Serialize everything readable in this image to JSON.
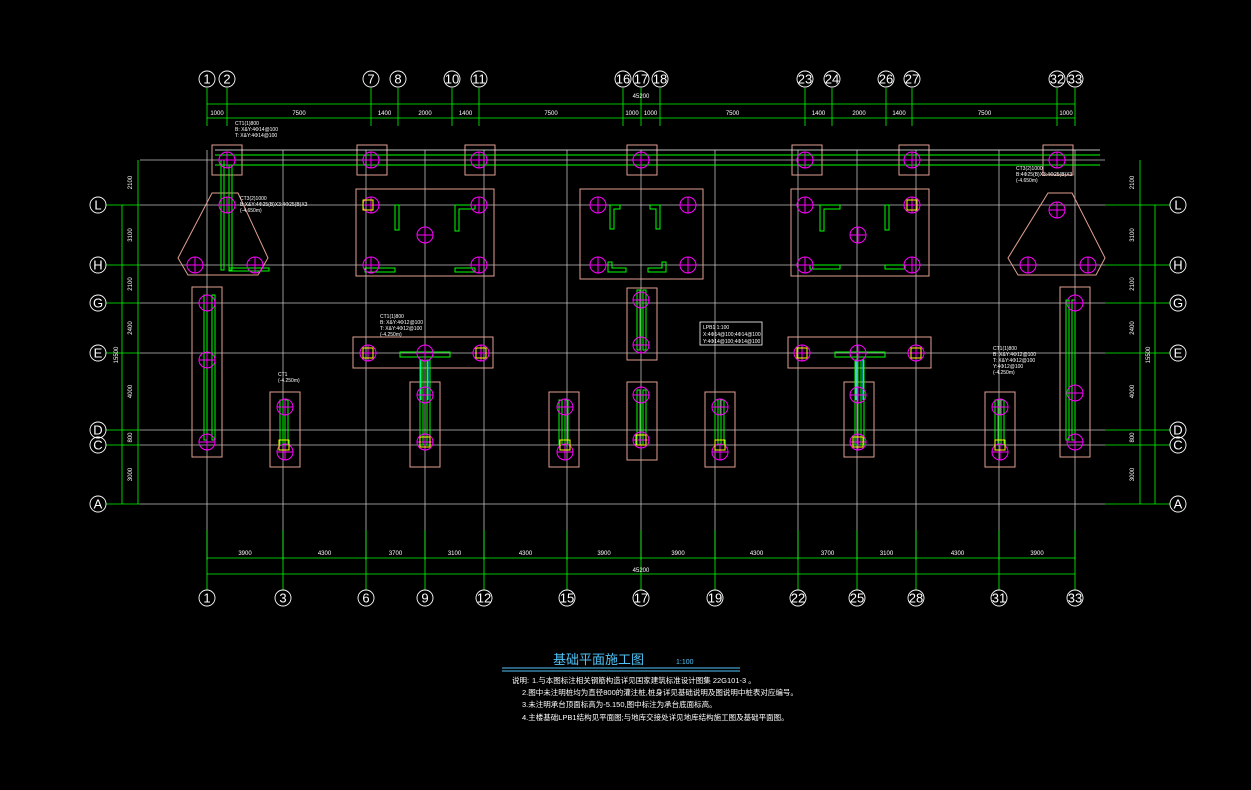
{
  "drawing": {
    "title": "基础平面施工图",
    "scale": "1:100",
    "total_length": "45200",
    "total_width": "15500",
    "colors": {
      "background": "#000000",
      "grid": "#c0c0c0",
      "dimension": "#00ff00",
      "pile": "#ff00ff",
      "cap": "#e0a090",
      "wall": "#00ff00",
      "highlight": "#ffff00",
      "beam": "#00ffff",
      "title": "#4fc3f7",
      "text": "#ffffff"
    }
  },
  "top_axes": [
    {
      "label": "1"
    },
    {
      "label": "2"
    },
    {
      "label": "7"
    },
    {
      "label": "8"
    },
    {
      "label": "10"
    },
    {
      "label": "11"
    },
    {
      "label": "16"
    },
    {
      "label": "17"
    },
    {
      "label": "18"
    },
    {
      "label": "23"
    },
    {
      "label": "24"
    },
    {
      "label": "26"
    },
    {
      "label": "27"
    },
    {
      "label": "32"
    },
    {
      "label": "33"
    }
  ],
  "top_dimensions": [
    "1000",
    "7500",
    "1400",
    "2000",
    "1400",
    "7500",
    "1000",
    "1000",
    "7500",
    "1400",
    "2000",
    "1400",
    "7500",
    "1000"
  ],
  "bottom_axes": [
    {
      "label": "1"
    },
    {
      "label": "3"
    },
    {
      "label": "6"
    },
    {
      "label": "9"
    },
    {
      "label": "12"
    },
    {
      "label": "15"
    },
    {
      "label": "17"
    },
    {
      "label": "19"
    },
    {
      "label": "22"
    },
    {
      "label": "25"
    },
    {
      "label": "28"
    },
    {
      "label": "31"
    },
    {
      "label": "33"
    }
  ],
  "bottom_dimensions": [
    "3900",
    "4300",
    "3700",
    "3100",
    "4300",
    "3900",
    "3900",
    "4300",
    "3700",
    "3100",
    "4300",
    "3900"
  ],
  "left_axes": [
    {
      "label": "L"
    },
    {
      "label": "H"
    },
    {
      "label": "G"
    },
    {
      "label": "E"
    },
    {
      "label": "D"
    },
    {
      "label": "C"
    },
    {
      "label": "A"
    }
  ],
  "side_dimensions": [
    "2100",
    "3100",
    "2100",
    "2400",
    "4000",
    "800",
    "3000"
  ],
  "cap_labels": [
    {
      "id": "top-left-cap",
      "lines": [
        "CT1(1)800",
        "B: X&Y:4Φ14@100",
        "T: X&Y:4Φ14@100"
      ]
    },
    {
      "id": "left-tri-cap",
      "lines": [
        "CT3(2)1000",
        "B:X&Y:4Φ25(B)X3:4Φ25(B)X3",
        "(-4.650m)"
      ]
    },
    {
      "id": "right-tri-cap",
      "lines": [
        "CT3(2)1000",
        "B:4Φ25(B)X3:4Φ25(B)X3",
        "(-4.650m)"
      ]
    },
    {
      "id": "mid-cap-1",
      "lines": [
        "CT1(1)800",
        "B: X&Y:4Φ12@100",
        "T: X&Y:4Φ12@100",
        "(-4.250m)"
      ]
    },
    {
      "id": "pile-label",
      "lines": [
        "CT1",
        "(-4.250m)"
      ]
    },
    {
      "id": "right-bottom-cap",
      "lines": [
        "CT1(1)800",
        "B: X&Y:4Φ12@100",
        "T: X&Y:4Φ12@100",
        "Y:4Φ12@100",
        "(-4.250m)"
      ]
    }
  ],
  "legend_box": {
    "lines": [
      "LPB1 1:100",
      "X:4Φ14@100;4Φ14@100",
      "Y:4Φ14@100;4Φ14@100"
    ]
  },
  "notes": {
    "heading": "说明:",
    "items": [
      "1.与本图标注相关钢筋构造详见国家建筑标准设计图集 22G101-3 。",
      "2.图中未注明桩均为直径800的灌注桩,桩身详见基础说明及图说明中桩表对应编号。",
      "3.未注明承台顶面标高为-5.150,图中标注为承台底面标高。",
      "4.主楼基础LPB1结构见平面图;与地库交接处详见地库结构施工图及基础平面图。"
    ]
  }
}
